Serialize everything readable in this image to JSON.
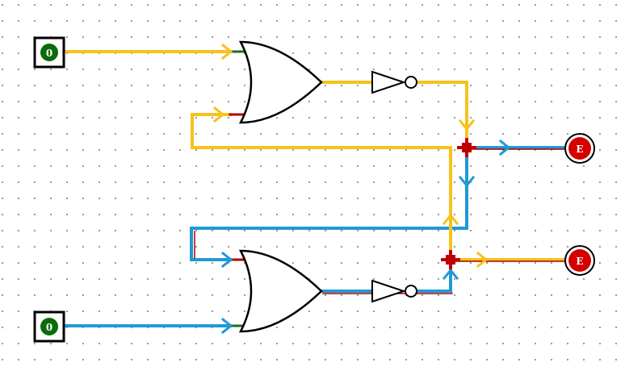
{
  "colors": {
    "background": "#ffffff",
    "grid_dot": "#9a9a9a",
    "wire_high": "#f6c21b",
    "wire_low": "#1e9ad6",
    "wire_dark_red": "#b00000",
    "wire_green": "#1c6b1c",
    "junction": "#c00000",
    "input_fill": "#0b6b0b",
    "output_fill": "#d40000",
    "gate_stroke": "#000000"
  },
  "components": {
    "input_a": {
      "label": "0",
      "icon": "input-switch-icon"
    },
    "input_b": {
      "label": "0",
      "icon": "input-switch-icon"
    },
    "output_q": {
      "label": "E",
      "icon": "output-probe-icon"
    },
    "output_qbar": {
      "label": "E",
      "icon": "output-probe-icon"
    },
    "gate_top": {
      "type": "OR",
      "icon": "or-gate-icon"
    },
    "gate_bottom": {
      "type": "OR",
      "icon": "or-gate-icon"
    },
    "buffer_top": {
      "type": "NOT",
      "icon": "not-gate-icon"
    },
    "buffer_bottom": {
      "type": "NOT",
      "icon": "not-gate-icon"
    }
  }
}
